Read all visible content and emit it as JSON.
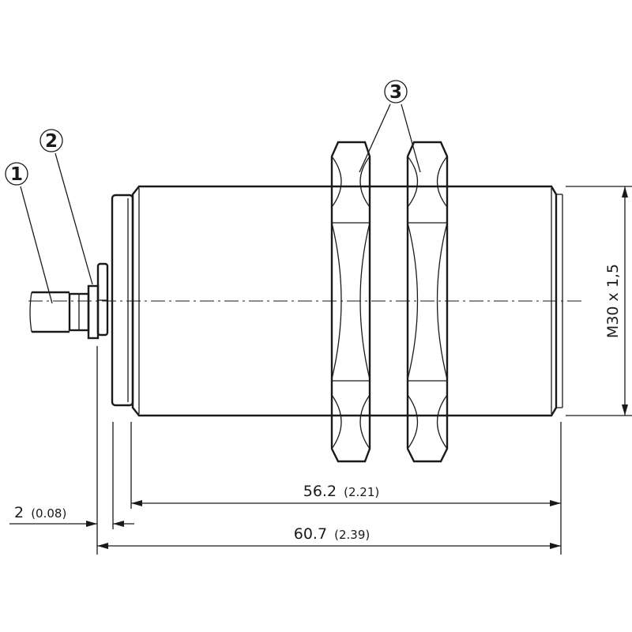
{
  "callouts": [
    {
      "label": "1"
    },
    {
      "label": "2"
    },
    {
      "label": "3"
    }
  ],
  "dimensions": {
    "body_length": {
      "value": "56.2",
      "inch": "(2.21)"
    },
    "total_length": {
      "value": "60.7",
      "inch": "(2.39)"
    },
    "flange_thickness": {
      "value": "2",
      "inch": "(0.08)"
    },
    "thread": {
      "label": "M30 x 1,5"
    }
  }
}
